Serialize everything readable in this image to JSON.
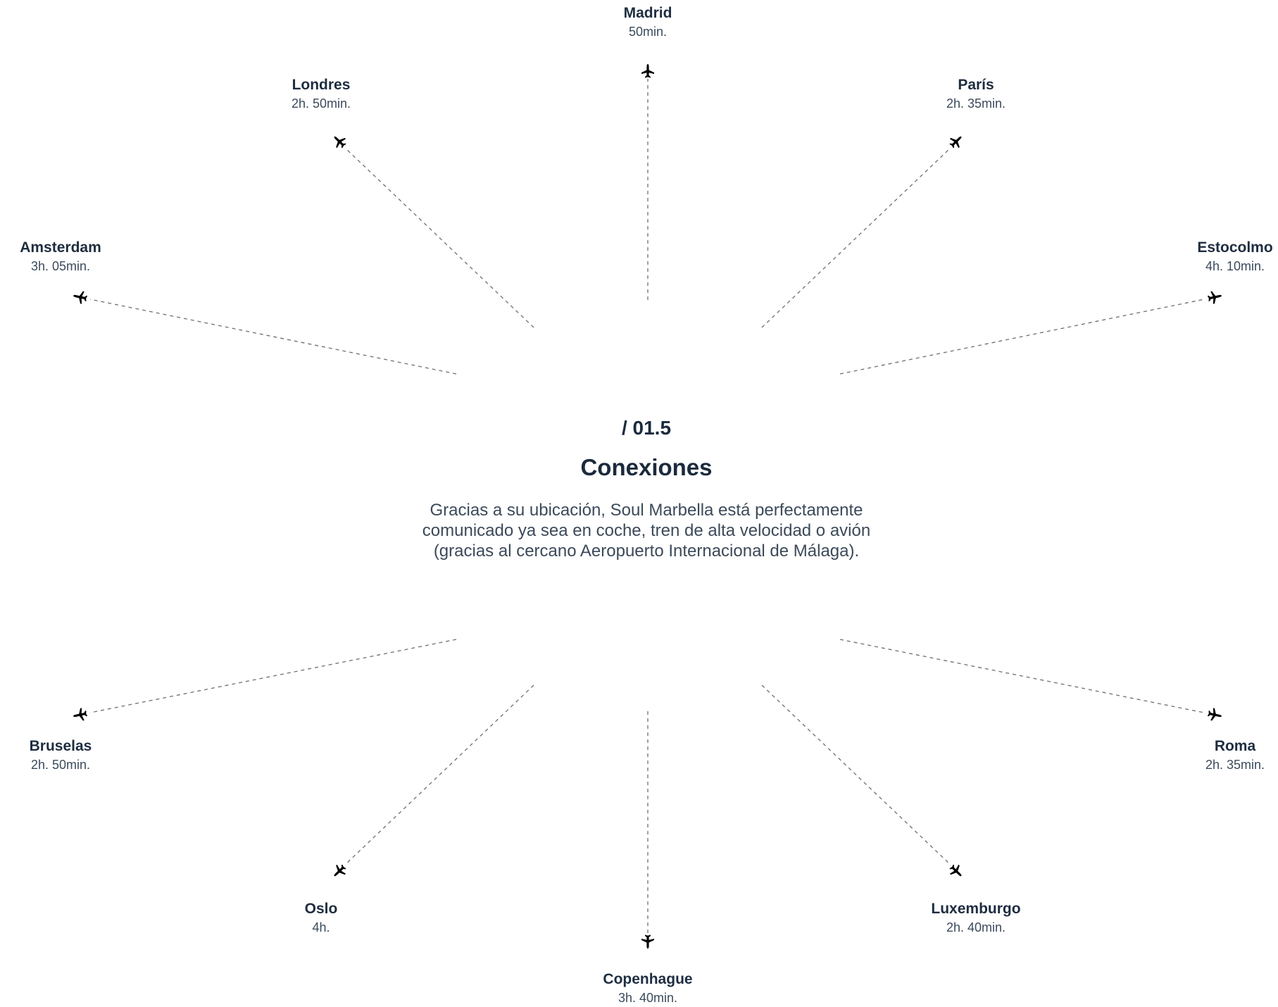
{
  "section": {
    "number": "/ 01.5",
    "title": "Conexiones",
    "body": "Gracias a su ubicación, Soul Marbella está perfectamente comunicado ya sea en coche, tren de alta velocidad o avión (gracias al cercano Aeropuerto Internacional de Málaga)."
  },
  "destinations": [
    {
      "id": "madrid",
      "name": "Madrid",
      "time": "50min."
    },
    {
      "id": "londres",
      "name": "Londres",
      "time": "2h. 50min."
    },
    {
      "id": "paris",
      "name": "París",
      "time": "2h. 35min."
    },
    {
      "id": "amsterdam",
      "name": "Amsterdam",
      "time": "3h. 05min."
    },
    {
      "id": "estocolmo",
      "name": "Estocolmo",
      "time": "4h. 10min."
    },
    {
      "id": "bruselas",
      "name": "Bruselas",
      "time": "2h. 50min."
    },
    {
      "id": "roma",
      "name": "Roma",
      "time": "2h. 35min."
    },
    {
      "id": "oslo",
      "name": "Oslo",
      "time": "4h."
    },
    {
      "id": "luxemburgo",
      "name": "Luxemburgo",
      "time": "2h. 40min."
    },
    {
      "id": "copenhague",
      "name": "Copenhague",
      "time": "3h. 40min."
    }
  ],
  "icons": {
    "route_endpoint": "plane-icon"
  }
}
